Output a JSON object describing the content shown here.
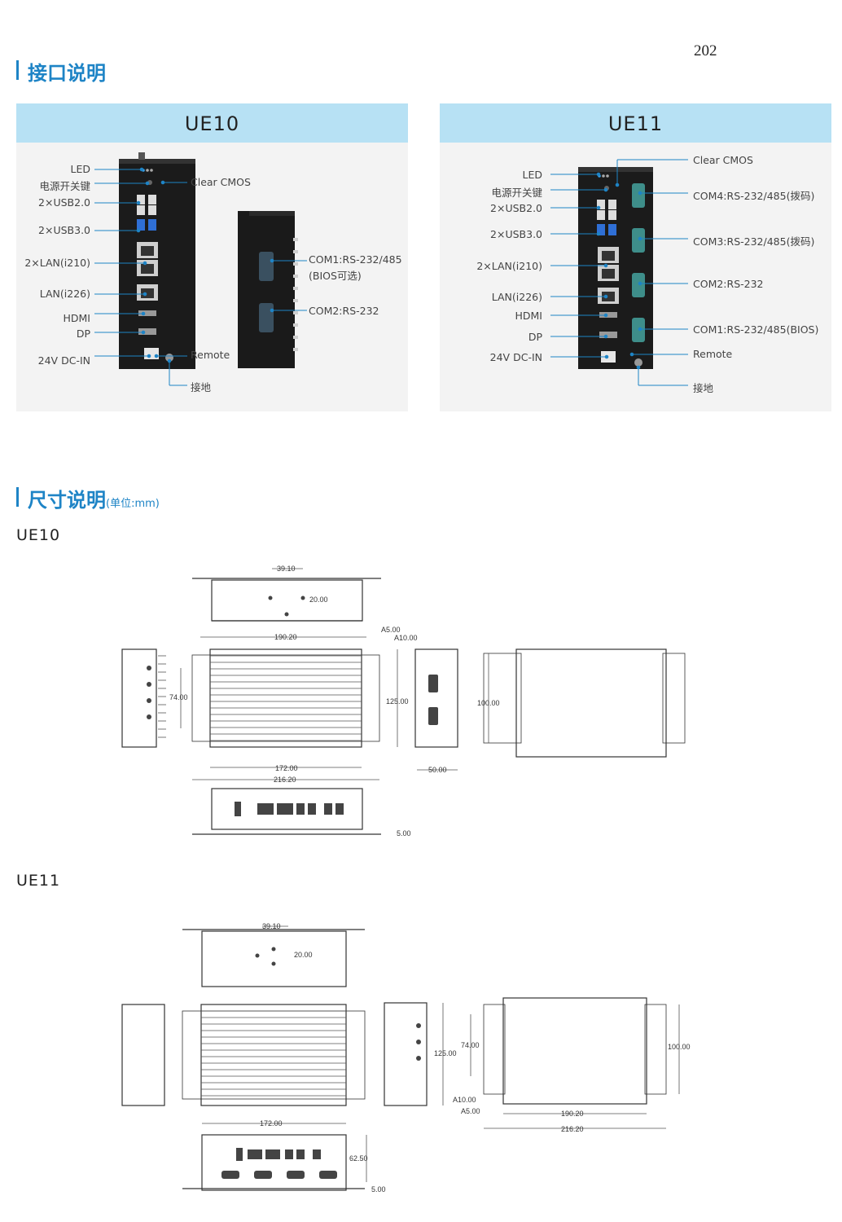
{
  "page_number": "202",
  "interface_section": {
    "title": "接口说明",
    "ue10": {
      "model": "UE10",
      "front_labels": {
        "led": "LED",
        "power": "电源开关键",
        "clear_cmos": "Clear CMOS",
        "usb2": "2×USB2.0",
        "usb3": "2×USB3.0",
        "lan_i210": "2×LAN(i210)",
        "lan_i226": "LAN(i226)",
        "hdmi": "HDMI",
        "dp": "DP",
        "dc_in": "24V DC-IN",
        "remote": "Remote",
        "ground": "接地"
      },
      "side_labels": {
        "com1_line1": "COM1:RS-232/485",
        "com1_line2": "(BIOS可选)",
        "com2": "COM2:RS-232"
      }
    },
    "ue11": {
      "model": "UE11",
      "labels": {
        "clear_cmos": "Clear CMOS",
        "led": "LED",
        "power": "电源开关键",
        "usb2": "2×USB2.0",
        "usb3": "2×USB3.0",
        "lan_i210": "2×LAN(i210)",
        "lan_i226": "LAN(i226)",
        "hdmi": "HDMI",
        "dp": "DP",
        "dc_in": "24V DC-IN",
        "com4": "COM4:RS-232/485(拨码)",
        "com3": "COM3:RS-232/485(拨码)",
        "com2": "COM2:RS-232",
        "com1": "COM1:RS-232/485(BIOS)",
        "remote": "Remote",
        "ground": "接地"
      }
    }
  },
  "dimension_section": {
    "title": "尺寸说明",
    "unit": "(单位:mm)",
    "ue10": {
      "model": "UE10",
      "dims": {
        "d39": "39.10",
        "d20": "20.00",
        "d190": "190.20",
        "a5": "A5.00",
        "a10": "A10.00",
        "d74": "74.00",
        "d125": "125.00",
        "d100": "100.00",
        "d172": "172.00",
        "d216": "216.20",
        "d50": "50.00",
        "d5": "5.00"
      }
    },
    "ue11": {
      "model": "UE11",
      "dims": {
        "d39": "39.10",
        "d20": "20.00",
        "d125": "125.00",
        "d74": "74.00",
        "d100": "100.00",
        "a10": "A10.00",
        "a5": "A5.00",
        "d190": "190.20",
        "d216": "216.20",
        "d172": "172.00",
        "d62": "62.50",
        "d5": "5.00"
      }
    }
  },
  "colors": {
    "accent": "#1e84c6",
    "panel_header": "#b7e1f4",
    "panel_bg": "#f3f3f3",
    "usb3_blue": "#2f6fd6",
    "com_teal": "#3e8e8a"
  }
}
